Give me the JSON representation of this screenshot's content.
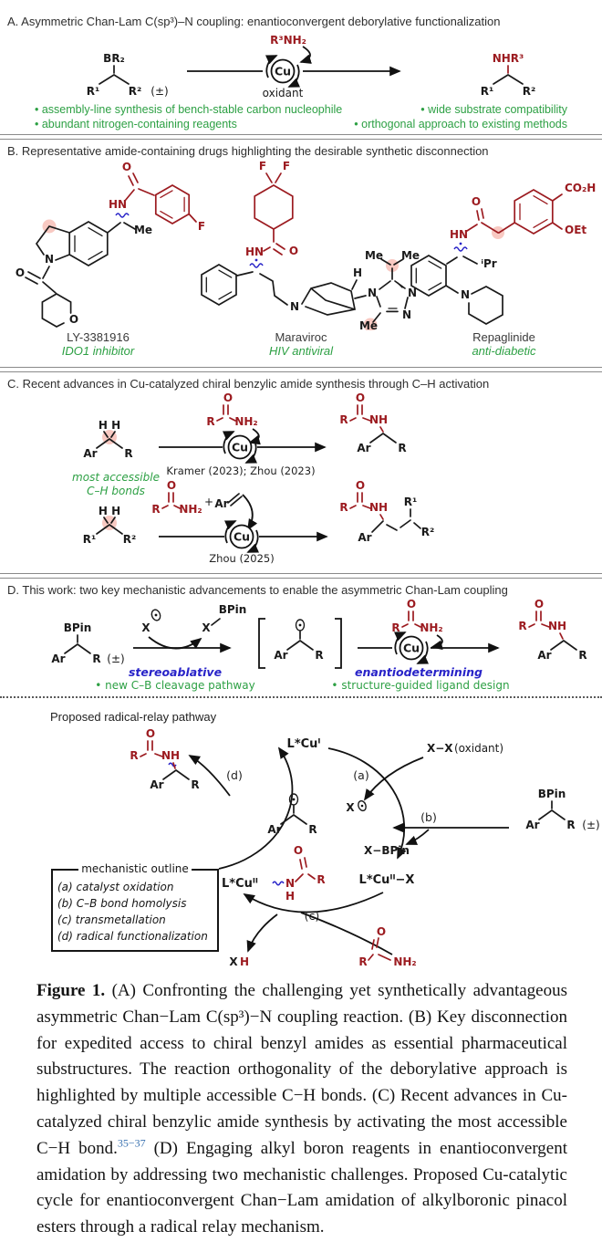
{
  "colors": {
    "accent_red": "#9c1b20",
    "green": "#2da044",
    "blue": "#2823c8",
    "black": "#1a1a1a",
    "divider_gray": "#8a8a8a",
    "highlight_pink": "#f8c9c2",
    "ref_blue": "#3a72b0"
  },
  "panelA": {
    "header": "A. Asymmetric Chan-Lam C(sp³)–N coupling: enantioconvergent deborylative functionalization",
    "reactant_top": "BR₂",
    "r1": "R¹",
    "r2": "R²",
    "racemic": "(±)",
    "amine": "R³NH₂",
    "cu": "Cu",
    "oxidant": "oxidant",
    "product_top": "NHR³",
    "p_r1": "R¹",
    "p_r2": "R²",
    "bullet1": "• assembly-line synthesis of bench-stable carbon nucleophile",
    "bullet2": "• abundant nitrogen-containing reagents",
    "bullet3": "• wide substrate compatibility",
    "bullet4": "• orthogonal approach to existing methods"
  },
  "panelB": {
    "header": "B. Representative amide-containing drugs highlighting the desirable synthetic disconnection",
    "ly": {
      "o_amide": "O",
      "hn": "HN",
      "me": "Me",
      "f": "F",
      "o_carbonyl": "O",
      "n": "N",
      "o_ring": "O",
      "name": "LY-3381916",
      "activity": "IDO1 inhibitor"
    },
    "mara": {
      "f1": "F",
      "f2": "F",
      "o": "O",
      "hn": "HN",
      "n_chain": "N",
      "h": "H",
      "n1": "N",
      "n2": "N",
      "n3": "N",
      "me_ring": "Me",
      "me1": "Me",
      "me2": "Me",
      "name": "Maraviroc",
      "activity": "HIV antiviral"
    },
    "repa": {
      "co2h": "CO₂H",
      "oet": "OEt",
      "o": "O",
      "hn": "HN",
      "ipr": "ⁱPr",
      "n": "N",
      "name": "Repaglinide",
      "activity": "anti-diabetic"
    }
  },
  "panelC": {
    "header": "C. Recent advances in Cu-catalyzed chiral benzylic amide synthesis through C–H activation",
    "note1": "most accessible",
    "note2": "C–H bonds",
    "r1": {
      "hh": "H H",
      "ar": "Ar",
      "r": "R",
      "am_o": "O",
      "am_r": "R",
      "am_nh2": "NH₂",
      "cu": "Cu",
      "ref": "Kramer (2023); Zhou (2023)",
      "p_o": "O",
      "p_r": "R",
      "p_nh": "NH",
      "p_ar": "Ar",
      "p_r2": "R"
    },
    "r2": {
      "hh": "H H",
      "r1": "R¹",
      "r2": "R²",
      "am_o": "O",
      "am_r": "R",
      "am_nh2": "NH₂",
      "plus": "+",
      "ar": "Ar",
      "cu": "Cu",
      "ref": "Zhou (2025)",
      "p_o": "O",
      "p_r": "R",
      "p_nh": "NH",
      "p_r1": "R¹",
      "p_ar": "Ar",
      "p_r2": "R²"
    }
  },
  "panelD": {
    "header": "D. This work: two key mechanistic advancements to enable the asymmetric Chan-Lam coupling",
    "bpin": "BPin",
    "ar": "Ar",
    "r": "R",
    "racemic": "(±)",
    "x1": "X",
    "x2": "X",
    "bpin2": "BPin",
    "stereo": "stereoablative",
    "bulletL": "• new C–B cleavage pathway",
    "br_ar": "Ar",
    "br_r": "R",
    "am_o": "O",
    "am_r": "R",
    "am_nh2": "NH₂",
    "cu": "Cu",
    "enantio": "enantiodetermining",
    "bulletR": "• structure-guided ligand design",
    "p_o": "O",
    "p_r": "R",
    "p_nh": "NH",
    "p_ar": "Ar",
    "p_r2": "R"
  },
  "cycle": {
    "title": "Proposed radical-relay pathway",
    "lcui": "L*Cuᴵ",
    "xx": "X−X",
    "oxidant_note": "(oxidant)",
    "a": "(a)",
    "b": "(b)",
    "c": "(c)",
    "d": "(d)",
    "x_rad": "X",
    "rad_ar": "Ar",
    "rad_r": "R",
    "sub_bpin": "BPin",
    "sub_ar": "Ar",
    "sub_r": "R",
    "sub_pm": "(±)",
    "xbpin": "X−BPin",
    "lcuii_x": "L*Cuᴵᴵ−X",
    "lcuii": "L*Cuᴵᴵ",
    "n": "N",
    "h": "H",
    "am_o": "O",
    "am_r": "R",
    "prod_o": "O",
    "prod_r": "R",
    "prod_nh": "NH",
    "prod_ar": "Ar",
    "prod_r2": "R",
    "xh_x": "X",
    "xh_h": "H",
    "bot_r": "R",
    "bot_o": "O",
    "bot_nh2": "NH₂",
    "box_title": "mechanistic outline",
    "box_a": "(a) catalyst oxidation",
    "box_b": "(b) C–B bond homolysis",
    "box_c": "(c) transmetallation",
    "box_d": "(d) radical functionalization"
  },
  "caption": {
    "label": "Figure 1.",
    "part1": " (A) Confronting the challenging yet synthetically advantageous asymmetric Chan−Lam C(sp³)−N coupling reaction. (B) Key disconnection for expedited access to chiral benzyl amides as essential pharmaceutical substructures. The reaction orthogonality of the deborylative approach is highlighted by multiple accessible C−H bonds. (C) Recent advances in Cu-catalyzed chiral benzylic amide synthesis by activating the most accessible C−H bond.",
    "ref": "35−37",
    "part2": " (D) Engaging alkyl boron reagents in enantioconvergent amidation by addressing two mechanistic challenges. Proposed Cu-catalytic cycle for enantioconvergent Chan−Lam amidation of alkylboronic pinacol esters through a radical relay mechanism."
  }
}
